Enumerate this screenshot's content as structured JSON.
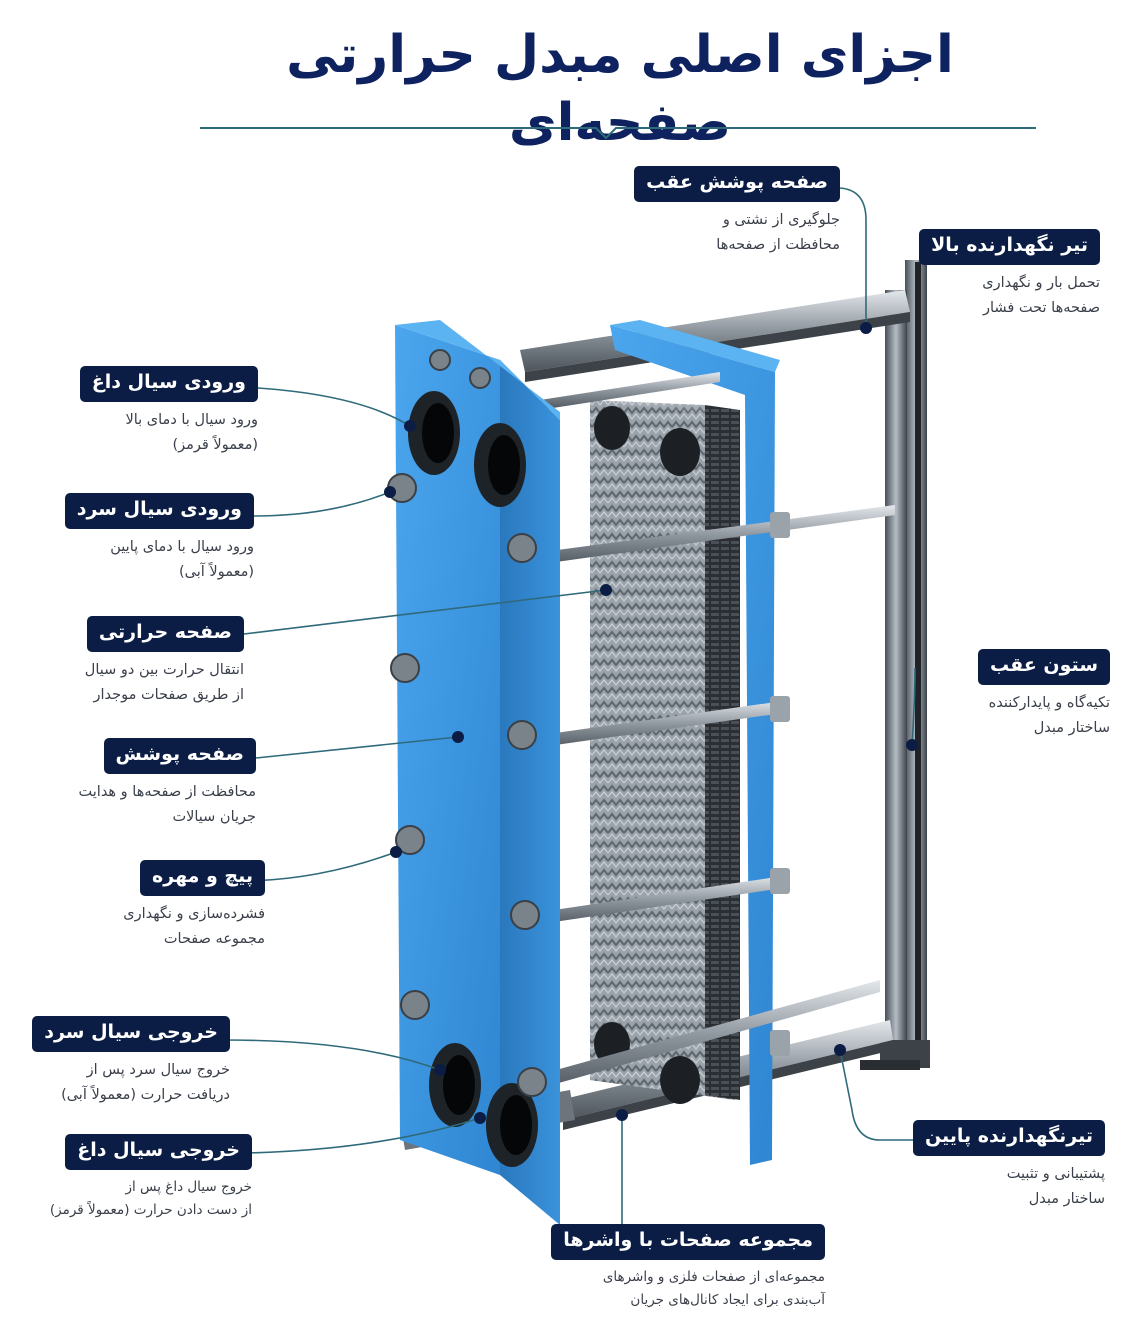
{
  "title": "اجزای اصلی مبدل حرارتی صفحه‌ای",
  "colors": {
    "navy": "#0c1d45",
    "title": "#0e2260",
    "teal_line": "#2f6a7a",
    "blue_frame": "#3d97e0",
    "steel": "#7d8590"
  },
  "callouts": {
    "rear_cover": {
      "label": "صفحه پوشش عقب",
      "line1": "جلوگیری از نشتی و",
      "line2": "محافظت از صفحه‌ها"
    },
    "top_bar": {
      "label": "تیر نگهدارنده بالا",
      "line1": "تحمل بار و نگهداری",
      "line2": "صفحه‌ها تحت فشار"
    },
    "hot_inlet": {
      "label": "ورودی سیال داغ",
      "line1": "ورود سیال با دمای بالا",
      "line2": "(معمولاً قرمز)"
    },
    "cold_inlet": {
      "label": "ورودی سیال سرد",
      "line1": "ورود سیال با دمای پایین",
      "line2": "(معمولاً آبی)"
    },
    "heat_plate": {
      "label": "صفحه حرارتی",
      "line1": "انتقال حرارت بین دو سیال",
      "line2": "از طریق صفحات موجدار"
    },
    "cover_plate": {
      "label": "صفحه پوشش",
      "line1": "محافظت از صفحه‌ها و هدایت",
      "line2": "جریان سیالات"
    },
    "bolts": {
      "label": "پیچ و مهره",
      "line1": "فشرده‌سازی و نگهداری",
      "line2": "مجموعه صفحات"
    },
    "cold_outlet": {
      "label": "خروجی سیال سرد",
      "line1": "خروج سیال سرد پس از",
      "line2": "دریافت حرارت (معمولاً آبی)"
    },
    "hot_outlet": {
      "label": "خروجی سیال داغ",
      "line1": "خروج سیال داغ پس از",
      "line2": "از دست دادن حرارت (معمولاً قرمز)"
    },
    "rear_column": {
      "label": "ستون عقب",
      "line1": "تکیه‌گاه و پایدارکننده",
      "line2": "ساختار مبدل"
    },
    "bottom_bar": {
      "label": "تیرنگهدارنده پایین",
      "line1": "پشتیبانی و تثبیت",
      "line2": "ساختار مبدل"
    },
    "plate_pack": {
      "label": "مجموعه صفحات با واشرها",
      "line1": "مجموعه‌ای از صفحات فلزی و واشرهای",
      "line2": "آب‌بندی برای ایجاد کانال‌های جریان"
    }
  }
}
